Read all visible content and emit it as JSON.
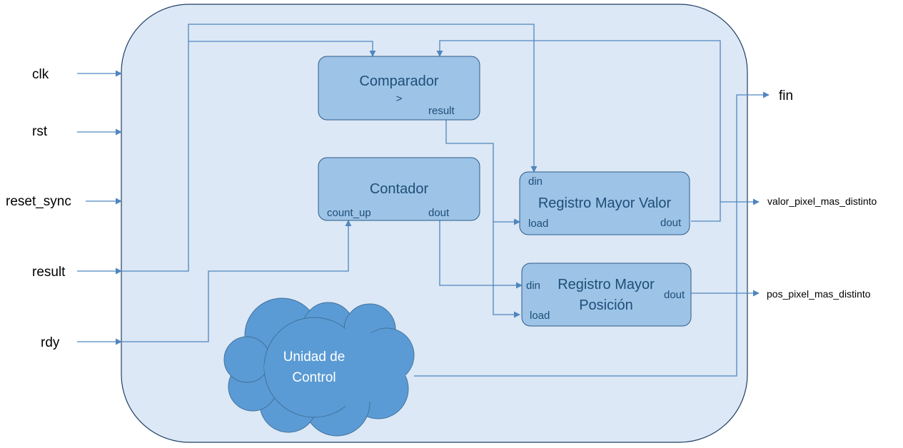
{
  "inputs": {
    "clk": "clk",
    "rst": "rst",
    "reset_sync": "reset_sync",
    "result": "result",
    "rdy": "rdy"
  },
  "outputs": {
    "fin": "fin",
    "valor": "valor_pixel_mas_distinto",
    "pos": "pos_pixel_mas_distinto"
  },
  "comparador": {
    "title": "Comparador",
    "symbol": ">",
    "result": "result"
  },
  "contador": {
    "title": "Contador",
    "count_up": "count_up",
    "dout": "dout"
  },
  "reg_valor": {
    "title": "Registro Mayor Valor",
    "din": "din",
    "load": "load",
    "dout": "dout"
  },
  "reg_pos": {
    "title_line1": "Registro Mayor",
    "title_line2": "Posición",
    "din": "din",
    "load": "load",
    "dout": "dout"
  },
  "control": {
    "line1": "Unidad de",
    "line2": "Control"
  },
  "colors": {
    "outer_fill": "#dce8f5",
    "outer_stroke": "#1f3f66",
    "block_fill": "#9dc3e6",
    "block_stroke": "#2e5d8a",
    "cloud_fill": "#5b9bd5",
    "wire": "#4f86c0"
  }
}
